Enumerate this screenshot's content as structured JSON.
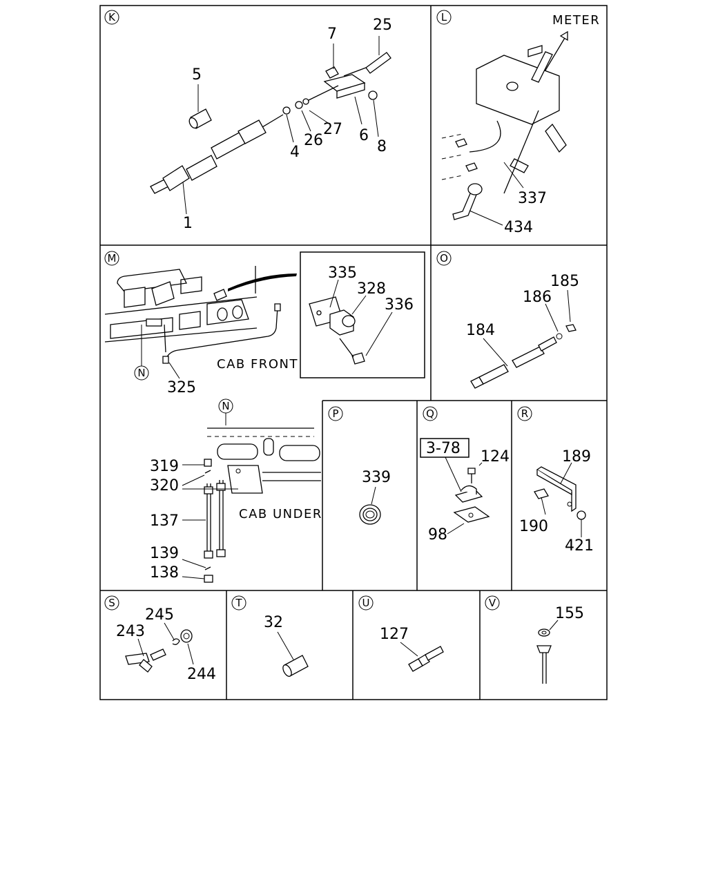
{
  "panels": {
    "K": {
      "id": "K",
      "labels": [
        "25",
        "7",
        "5",
        "27",
        "26",
        "6",
        "8",
        "4",
        "1"
      ]
    },
    "L": {
      "id": "L",
      "callout": "METER",
      "labels": [
        "337",
        "434"
      ]
    },
    "M": {
      "id": "M",
      "ref": "N",
      "caption": "CAB FRONT",
      "labels": [
        "325"
      ],
      "inset_labels": [
        "335",
        "328",
        "336"
      ]
    },
    "N": {
      "id": "N",
      "caption": "CAB UNDER",
      "labels": [
        "319",
        "320",
        "137",
        "139",
        "138"
      ]
    },
    "O": {
      "id": "O",
      "labels": [
        "185",
        "186",
        "184"
      ]
    },
    "P": {
      "id": "P",
      "labels": [
        "339"
      ]
    },
    "Q": {
      "id": "Q",
      "ref_box": "3-78",
      "labels": [
        "124",
        "98"
      ]
    },
    "R": {
      "id": "R",
      "labels": [
        "189",
        "190",
        "421"
      ]
    },
    "S": {
      "id": "S",
      "labels": [
        "245",
        "243",
        "244"
      ]
    },
    "T": {
      "id": "T",
      "labels": [
        "32"
      ]
    },
    "U": {
      "id": "U",
      "labels": [
        "127"
      ]
    },
    "V": {
      "id": "V",
      "labels": [
        "155"
      ]
    }
  }
}
